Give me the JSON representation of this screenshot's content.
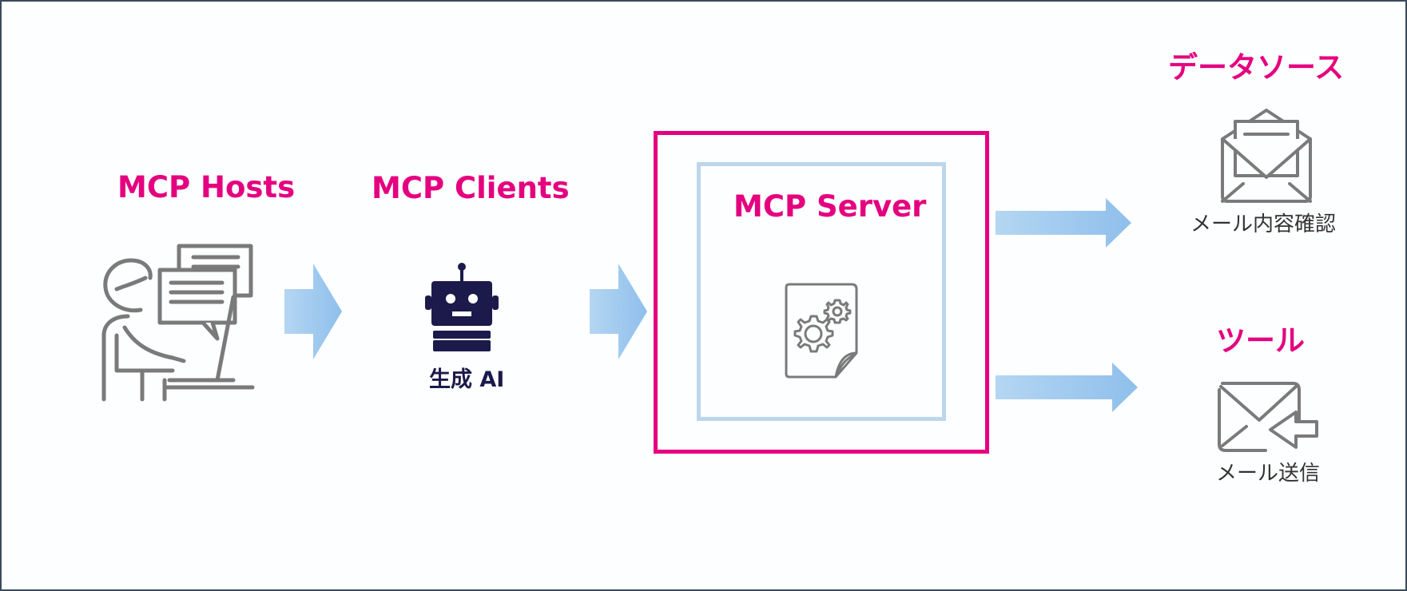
{
  "hosts": {
    "title": "MCP Hosts"
  },
  "clients": {
    "title": "MCP Clients",
    "caption": "生成 AI"
  },
  "server": {
    "title": "MCP Server"
  },
  "data_sources": {
    "title": "データソース",
    "caption": "メール内容確認"
  },
  "tools": {
    "title": "ツール",
    "caption": "メール送信"
  },
  "colors": {
    "accent": "#e4007f",
    "arrow": "#9fc7ec",
    "inner_border": "#bcd6ec",
    "icon": "#7a7a7a",
    "robot": "#1b1a4a"
  }
}
